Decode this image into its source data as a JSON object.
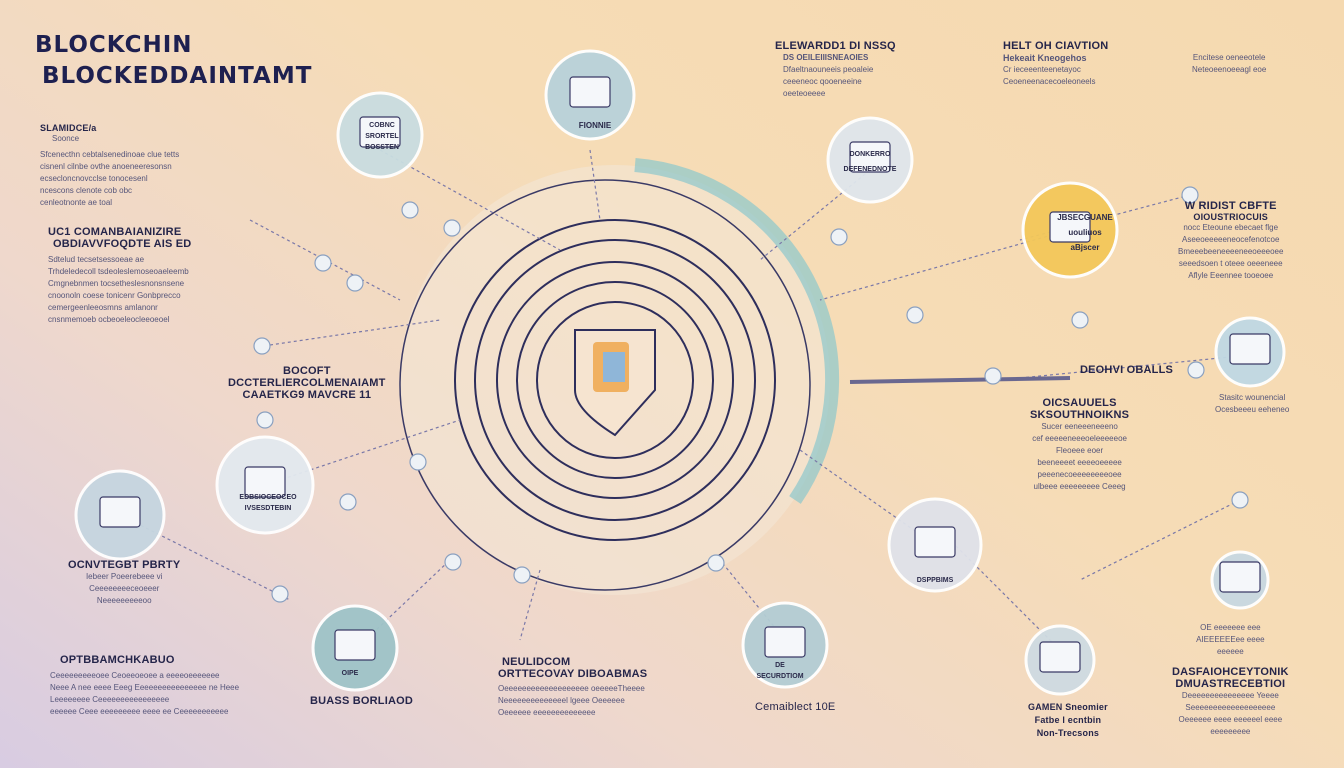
{
  "title": {
    "line1": "BLOCKCHIN",
    "line2": "BLOCKEDDAINTAMT"
  },
  "blocks": {
    "tl": {
      "heading": "SLAMIDCE/a",
      "sub": "Soonce",
      "lines": [
        "Sfcenecthn cebtalsenedinoae clue tetts",
        "cisnenl cilnbe ovthe anoeneeresonsn",
        "ecsecloncnovcclse tonocesenl",
        "ncescons clenote cob obc",
        "cenleotnonte ae toal"
      ]
    },
    "l2": {
      "heading": "UC1 COMANBAIANIZIRE",
      "sub": "OBDIAVVFOQDTE AIS ED",
      "lines": [
        "Sdtelud tecsetsessoeae ae",
        "Trhdeledecoll tsdeoleslemoseoaeleemb",
        "Cmgnebnmen tocsetheslesnonsnsene",
        "cnoonoln coese tonicenr Gonbprecco",
        "cemergeenleeosmns amlanonr",
        "cnsnmemoeb ocbeoeleocleeoeoel"
      ]
    },
    "ml": {
      "heading": "BOCOFT",
      "sub": "DCCTERLIERCOLMENAIAMT",
      "sub2": "CAAETKG9 MAVCRE 11"
    },
    "tr1": {
      "heading": "ELEWARDD1 DI NSSQ",
      "sub": "DS OEILEIIISNEAOIES",
      "lines": [
        "Dfaeltnaouneeis peoaleie",
        "ceeeneoc qooeneeine",
        "oeeteoeeee"
      ]
    },
    "tr2": {
      "heading": "HELT OH CIAVTION",
      "sub": "Hekeait Kneogehos",
      "lines": [
        "Cr ieceeenteenetayoc",
        "Ceoeneenacecoeleoneels"
      ]
    },
    "tr3": {
      "lines": [
        "Encitese oeneeotele",
        "Neteoeenoeeagl eoe"
      ]
    },
    "r1": {
      "heading": "W RIDIST CBFTE",
      "sub": "OIOUSTRIOCUIS",
      "lines": [
        "nocc Eteoune ebecaet flge",
        "Aseeoeeeeeneocefenotcoe",
        "Bmeeebeeneeeeneeoeeeoee",
        "seeedsoen t oteee oeeeneee",
        "Aflyle Eeennee tooeoee"
      ]
    },
    "r2": {
      "heading": "DEOHVI OBALLS"
    },
    "r3": {
      "heading": "OICSAUUELS",
      "sub": "SKSOUTHNOIKNS",
      "lines": [
        "Sucer eeneeeneeeno",
        "cef eeeeeneeeoeleeeeeoe",
        "Fleoeee eoer",
        "beeneeeet eeeeoeeeee",
        "peeenecoeeeeeeeeoee",
        "ulbeee eeeeeeeee   Ceeeg"
      ]
    },
    "r4": {
      "lines": [
        "Stasitc wounencial",
        "Ocesbeeeu eeheneo"
      ]
    },
    "l3": {
      "heading": "OCNVTEGBT PBRTY",
      "lines": [
        "Iebeer Poeerebeee vi",
        "Ceeeeeeeeceoeeer",
        "Neeeeeeeeeoo"
      ]
    },
    "bl": {
      "heading": "OPTBBAMCHKABUO",
      "lines": [
        "Ceeeeeeeeeoee Ceoeeoeoee a eeeeoeeeeeee",
        "Neee A nee eeee Eeeg Eeeeeeeeeeeeeeee ne Heee",
        "Leeeeeeee Ceeeeeeeeeeeeeeee",
        "eeeeee Ceee eeeeeeeee eeee ee Ceeeeeeeeeee"
      ]
    },
    "b1": {
      "heading": "BUASS BORLIAOD"
    },
    "b2": {
      "heading": "NEULIDCOM",
      "sub": "ORTTECOVAY DIBOABMAS",
      "lines": [
        "Oeeeeeeeeeeeeeeeeeee oeeeeeTheeee",
        "Neeeeeeeeeeeeeel lgeee Oeeeeee",
        "Oeeeeee eeeeeeeeeeeeee"
      ]
    },
    "b3": {
      "heading": "Cemaiblect 10E"
    },
    "b4": {
      "heading": "GAMEN Sneomier",
      "sub": "Fatbe l ecntbin",
      "sub2": "Non-Trecsons"
    },
    "br": {
      "pre": [
        "OE eeeeeee eee",
        "AIEEEEEEee eeee",
        "eeeeee"
      ],
      "heading": "DASFAIOHCEYTONIK",
      "sub": "DMUASTRECEBTIOI",
      "lines": [
        "Deeeeeeeeeeeeeee Yeeee",
        "Seeeeeeeeeeeeeeeeeee",
        "Oeeeeee eeee eeeeeel eeee",
        "eeeeeeeee"
      ]
    }
  },
  "nodes": {
    "n1": [
      "COBNC",
      "SRORTEL",
      "BOSSTEN"
    ],
    "n2": [
      "FIONNIE"
    ],
    "n3": [
      "DONKERRO",
      "DEFENEDNOTE"
    ],
    "n4": [
      "JBSECGUANE",
      "uouliuos",
      "aBjscer"
    ],
    "n5": [
      "EDBSIOCEOCEO",
      "IVSESDTEBIN"
    ],
    "n6": [
      "DSPPBIMS"
    ],
    "n7": [
      "OIPE"
    ],
    "n8": [
      "DE",
      "SECURDTIOM"
    ]
  },
  "colors": {
    "navy": "#1e2050",
    "teal": "#8cc8cc",
    "peach": "#f5dcb5",
    "lavender": "#d8cce2",
    "yellow": "#f3c85a"
  }
}
